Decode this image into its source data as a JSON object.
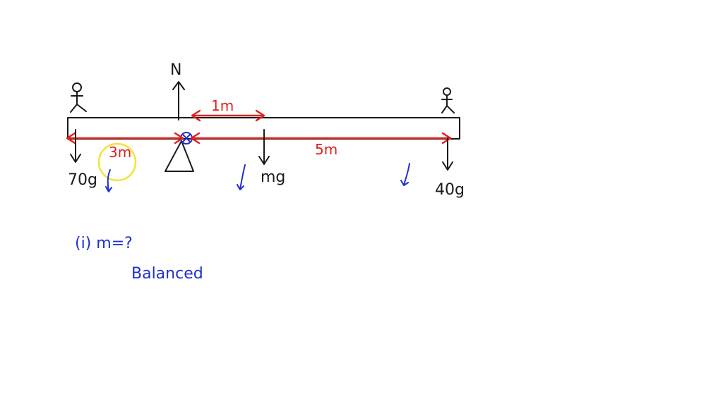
{
  "diagram": {
    "labels": {
      "normal_force": "N",
      "distance_top": "1m",
      "distance_left": "3m",
      "distance_right": "5m",
      "weight_left": "70g",
      "weight_center": "mg",
      "weight_right": "40g",
      "question": "(i) m=?",
      "note": "Balanced"
    },
    "colors": {
      "ink": "#1a1a1a",
      "red": "#e0201b",
      "blue": "#1f2fd0",
      "highlight": "#f1e33a"
    }
  }
}
